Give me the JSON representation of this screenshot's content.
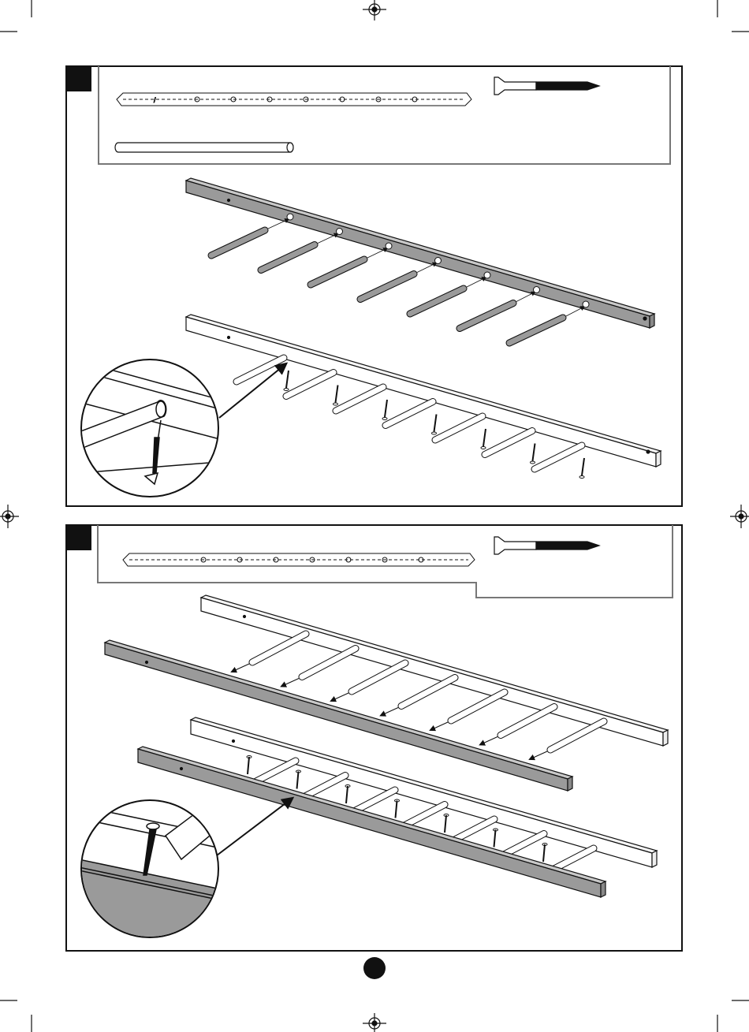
{
  "document": {
    "type": "assembly-instructions",
    "steps": [
      {
        "label": "",
        "parts": [
          "drilled-beam",
          "round-dowel-rung",
          "wood-screw"
        ],
        "rung_count": 7
      },
      {
        "label": "",
        "parts": [
          "drilled-beam",
          "wood-screw"
        ],
        "rung_count": 7
      }
    ],
    "page_number": ""
  },
  "colors": {
    "ink": "#111111",
    "wood_grey": "#9a9a9a",
    "frame_grey": "#777777",
    "paper": "#ffffff"
  },
  "icons": [
    "registration-mark-icon",
    "wood-screw-icon",
    "magnifier-detail-icon",
    "arrow-icon"
  ]
}
